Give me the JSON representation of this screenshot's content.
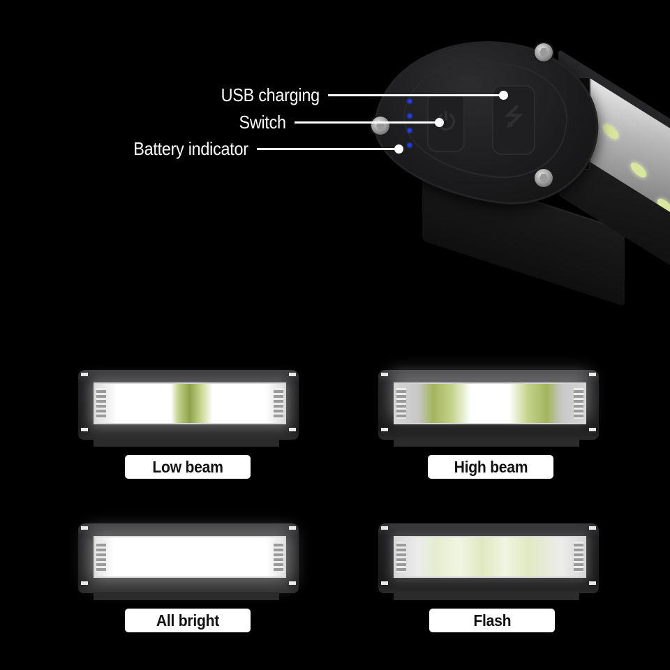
{
  "callouts": [
    {
      "id": "usb",
      "label": "USB charging"
    },
    {
      "id": "switch",
      "label": "Switch"
    },
    {
      "id": "battery",
      "label": "Battery indicator"
    }
  ],
  "product": {
    "battery_indicator_dots": 4,
    "battery_dot_color": "#1c3cff",
    "led_color": "#d8e79c"
  },
  "modes": [
    {
      "id": "low-beam",
      "label": "Low beam"
    },
    {
      "id": "high-beam",
      "label": "High beam"
    },
    {
      "id": "all-bright",
      "label": "All bright"
    },
    {
      "id": "flash",
      "label": "Flash"
    }
  ],
  "colors": {
    "background": "#000000",
    "label_bg": "#ffffff",
    "label_text": "#111111",
    "callout_text": "#ffffff"
  }
}
